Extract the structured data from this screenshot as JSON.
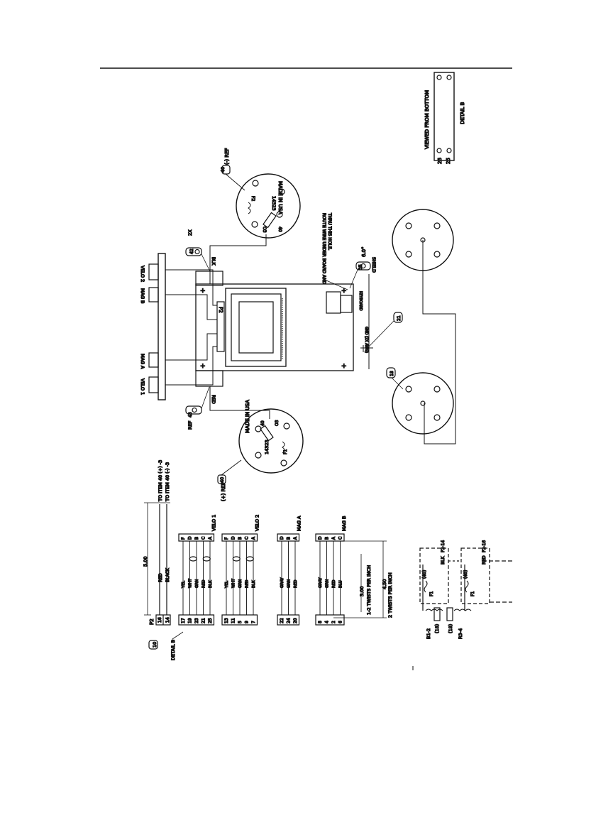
{
  "detail_b": {
    "viewed_from_bottom": "VIEWED FROM BOTTOM",
    "title": "DETAIL B",
    "pin_26": "26",
    "pin_25": "25"
  },
  "sensors": {
    "right_ref_label": "(-) REF",
    "right_ref_item": "40",
    "left_ref_label": "(+) REF",
    "left_ref_item": "40",
    "made_in_usa": "MADE IN USA",
    "part_no": "14323",
    "sensor_40": "40",
    "sensor_o3": "O3",
    "sensor_f1": "F1",
    "sensor_f2": "F2"
  },
  "callouts": {
    "item_42": "42",
    "qty_2x": "2X",
    "ref": "REF",
    "item_43": "43",
    "item_35": "35",
    "angle": "6.0°",
    "item_21": "21",
    "item_18": "18",
    "item_10": "10"
  },
  "board": {
    "connector_p2": "P2",
    "velo2": "VELO 2",
    "mag_b": "MAG B",
    "mag_a": "MAG A",
    "velo1": "VELO 1",
    "blk": "BLK",
    "red": "RED",
    "route_note_1": "ROUTE WIRE UNDER BOARD AND",
    "route_note_2": "THRU THIS HOLE.",
    "shield": "SHIELD",
    "keyboard": "KEYBOARD",
    "gnd": "GND (2X AWG)"
  },
  "harness": {
    "detail_b_callout": "DETAIL B",
    "p2_label": "P2",
    "to_item_1": "TO ITEM 40 (+) -3",
    "to_item_2": "TO ITEM 40 (-) -3",
    "dim_500": "5.00",
    "dim_300": "3.00",
    "dim_450": "4.50",
    "twists_1": "1-2 TWISTS PER INCH",
    "twists_2": "2 TWISTS PER INCH",
    "groups": [
      {
        "name": "VELO 1",
        "pins": [
          "17",
          "19",
          "23",
          "21",
          "25"
        ],
        "colors": [
          "YEL",
          "WHT",
          "GRN",
          "RED",
          "BLK"
        ],
        "letters": [
          "F",
          "D",
          "B",
          "C",
          "A"
        ]
      },
      {
        "name": "VELO 2",
        "pins": [
          "13",
          "11",
          "5",
          "9",
          "7"
        ],
        "colors": [
          "YEL",
          "WHT",
          "GRN",
          "RED",
          "BLK"
        ],
        "letters": [
          "F",
          "D",
          "B",
          "C",
          "A"
        ]
      },
      {
        "name": "MAG A",
        "pins": [
          "22",
          "24",
          "20"
        ],
        "colors": [
          "GRAY",
          "GRN",
          "RED"
        ],
        "letters": [
          "D",
          "B",
          "A"
        ]
      },
      {
        "name": "MAG B",
        "pins": [
          "8",
          "4",
          "2",
          "6"
        ],
        "colors": [
          "GRAY",
          "GRN",
          "RED",
          "BLU"
        ],
        "letters": [
          "D",
          "B",
          "A",
          "C"
        ]
      }
    ],
    "top_pins": [
      "16",
      "14"
    ],
    "top_colors": [
      "RED",
      "BLACK"
    ]
  },
  "schematic": {
    "b1": "B1-2",
    "r3": "R3-4",
    "c18a": "(18)",
    "c18b": "(18)",
    "c40a": "(40)",
    "c40b": "(40)",
    "blk": "BLK",
    "red": "RED",
    "p2_14": "P2-14",
    "p2_16": "P2-16",
    "f1": "F1"
  }
}
